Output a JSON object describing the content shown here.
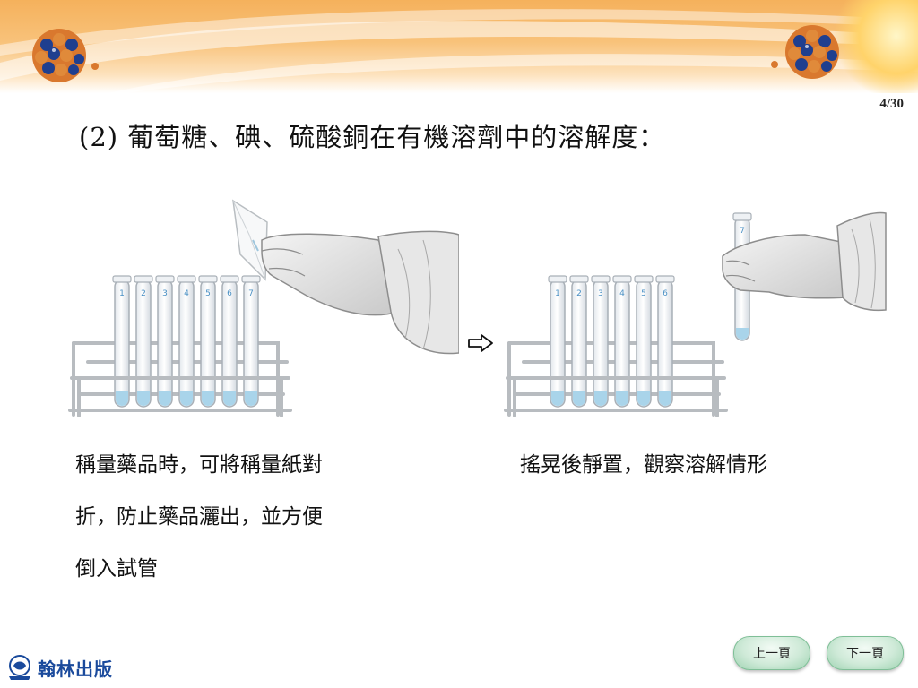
{
  "slide": {
    "page_counter": "4/30",
    "title": "(2) 葡萄糖、碘、硫酸銅在有機溶劑中的溶解度："
  },
  "illustration_left": {
    "tube_labels": [
      "1",
      "2",
      "3",
      "4",
      "5",
      "6",
      "7"
    ]
  },
  "illustration_right": {
    "tube_labels": [
      "1",
      "2",
      "3",
      "4",
      "5",
      "6"
    ],
    "held_tube_label": "7"
  },
  "captions": {
    "left_lines": [
      "稱量藥品時，可將稱量紙對",
      "折，防止藥品灑出，並方便",
      "倒入試管"
    ],
    "right_lines": [
      "搖晃後靜置，觀察溶解情形"
    ]
  },
  "nav": {
    "prev_label": "上一頁",
    "next_label": "下一頁"
  },
  "publisher": {
    "name": "翰林出版"
  },
  "colors": {
    "banner_orange": "#f5b15c",
    "tube_liquid": "#a9d4ea",
    "tube_label": "#4a90c4",
    "nav_button": "#cfead8",
    "logo_blue": "#1a4a9c"
  },
  "icons": {
    "arrow": "hollow-right-arrow-icon",
    "molecule": "molecule-ball-icon"
  }
}
